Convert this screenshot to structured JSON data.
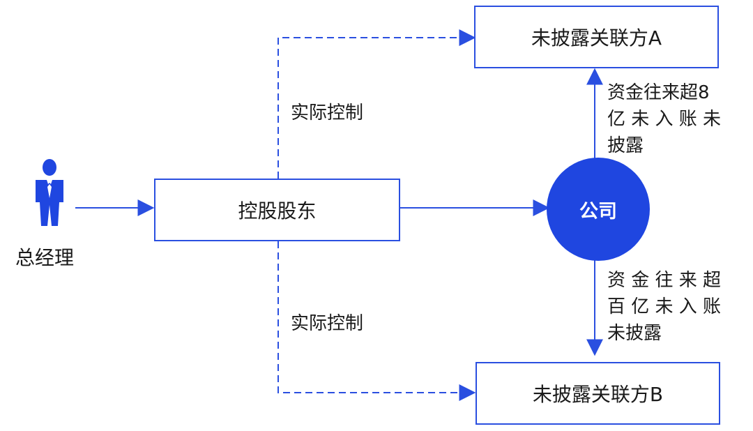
{
  "nodes": {
    "person_label": "总经理",
    "shareholder": "控股股东",
    "company": "公司",
    "party_a": "未披露关联方A",
    "party_b": "未披露关联方B"
  },
  "edges": {
    "control_top": "实际控制",
    "control_bottom": "实际控制"
  },
  "annotations": {
    "top": [
      "资金往来超8",
      "亿 未 入 账 未",
      "披露"
    ],
    "bottom": [
      "资 金 往 来 超",
      "百 亿 未 入 账",
      "未披露"
    ]
  },
  "colors": {
    "accent": "#1f46e0",
    "line": "#2a4fe0"
  },
  "icons": {
    "person": "businessman-icon"
  }
}
